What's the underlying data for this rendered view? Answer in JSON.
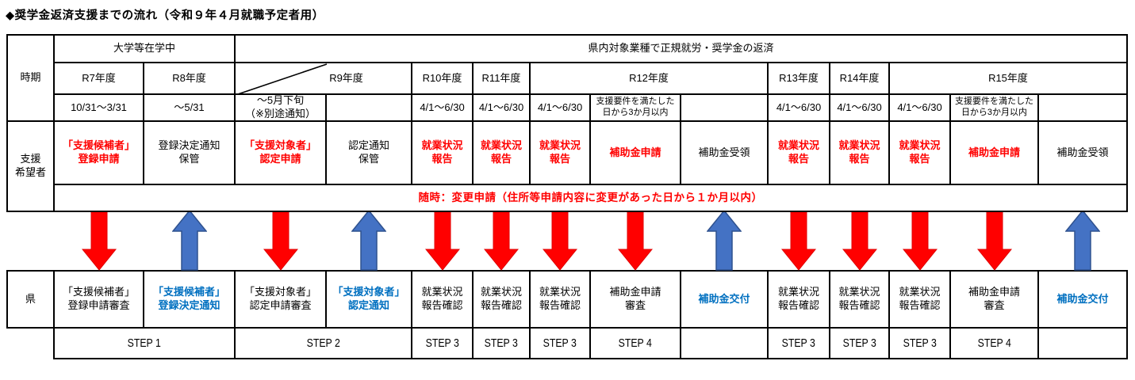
{
  "title": "◆奨学金返済支援までの流れ（令和９年４月就職予定者用）",
  "row_labels": {
    "period": "時期",
    "applicant": "支援\n希望者",
    "prefecture": "県"
  },
  "bands": {
    "in_school": "大学等在学中",
    "working": "県内対象業種で正規就労・奨学金の返済"
  },
  "years": [
    "R7年度",
    "R8年度",
    "R9年度",
    "R10年度",
    "R11年度",
    "R12年度",
    "R13年度",
    "R14年度",
    "R15年度"
  ],
  "change_note": "随時：変更申請（住所等申請内容に変更があった日から１か月以内）",
  "steps": {
    "step1": "STEP 1",
    "step2": "STEP 2"
  },
  "colors": {
    "red_text": "#ff0000",
    "blue_text": "#0070c0",
    "arrow_red_fill": "#ff0000",
    "arrow_red_stroke": "#e00000",
    "arrow_blue_fill": "#4472c4",
    "arrow_blue_stroke": "#2f528f",
    "border": "#000000"
  },
  "columns": [
    {
      "date": "10/31～3/31",
      "applicant": "「支援候補者」\n登録申請",
      "applicant_color": "red",
      "arrow": "red-down",
      "prefecture": "「支援候補者」\n登録申請審査",
      "prefecture_color": "black",
      "step": ""
    },
    {
      "date": "～5/31",
      "applicant": "登録決定通知\n保管",
      "applicant_color": "black",
      "arrow": "blue-up",
      "prefecture": "「支援候補者」\n登録決定通知",
      "prefecture_color": "blue",
      "step": ""
    },
    {
      "date": "～5月下旬\n（※別途通知）",
      "applicant": "「支援対象者」\n認定申請",
      "applicant_color": "red",
      "arrow": "red-down",
      "prefecture": "「支援対象者」\n認定申請審査",
      "prefecture_color": "black",
      "step": ""
    },
    {
      "date": "",
      "applicant": "認定通知\n保管",
      "applicant_color": "black",
      "arrow": "blue-up",
      "prefecture": "「支援対象者」\n認定通知",
      "prefecture_color": "blue",
      "step": ""
    },
    {
      "date": "4/1～6/30",
      "applicant": "就業状況\n報告",
      "applicant_color": "red",
      "arrow": "red-down",
      "prefecture": "就業状況\n報告確認",
      "prefecture_color": "black",
      "step": "STEP 3"
    },
    {
      "date": "4/1～6/30",
      "applicant": "就業状況\n報告",
      "applicant_color": "red",
      "arrow": "red-down",
      "prefecture": "就業状況\n報告確認",
      "prefecture_color": "black",
      "step": "STEP 3"
    },
    {
      "date": "4/1～6/30",
      "applicant": "就業状況\n報告",
      "applicant_color": "red",
      "arrow": "red-down",
      "prefecture": "就業状況\n報告確認",
      "prefecture_color": "black",
      "step": "STEP 3"
    },
    {
      "date": "支援要件を満たした\n日から3か月以内",
      "applicant": "補助金申請",
      "applicant_color": "red",
      "arrow": "red-down",
      "prefecture": "補助金申請\n審査",
      "prefecture_color": "black",
      "step": "STEP 4"
    },
    {
      "date": "",
      "applicant": "補助金受領",
      "applicant_color": "black",
      "arrow": "blue-up",
      "prefecture": "補助金交付",
      "prefecture_color": "blue",
      "step": ""
    },
    {
      "date": "4/1～6/30",
      "applicant": "就業状況\n報告",
      "applicant_color": "red",
      "arrow": "red-down",
      "prefecture": "就業状況\n報告確認",
      "prefecture_color": "black",
      "step": "STEP 3"
    },
    {
      "date": "4/1～6/30",
      "applicant": "就業状況\n報告",
      "applicant_color": "red",
      "arrow": "red-down",
      "prefecture": "就業状況\n報告確認",
      "prefecture_color": "black",
      "step": "STEP 3"
    },
    {
      "date": "4/1～6/30",
      "applicant": "就業状況\n報告",
      "applicant_color": "red",
      "arrow": "red-down",
      "prefecture": "就業状況\n報告確認",
      "prefecture_color": "black",
      "step": "STEP 3"
    },
    {
      "date": "支援要件を満たした\n日から3か月以内",
      "applicant": "補助金申請",
      "applicant_color": "red",
      "arrow": "red-down",
      "prefecture": "補助金申請\n審査",
      "prefecture_color": "black",
      "step": "STEP 4"
    },
    {
      "date": "",
      "applicant": "補助金受領",
      "applicant_color": "black",
      "arrow": "blue-up",
      "prefecture": "補助金交付",
      "prefecture_color": "blue",
      "step": ""
    }
  ]
}
